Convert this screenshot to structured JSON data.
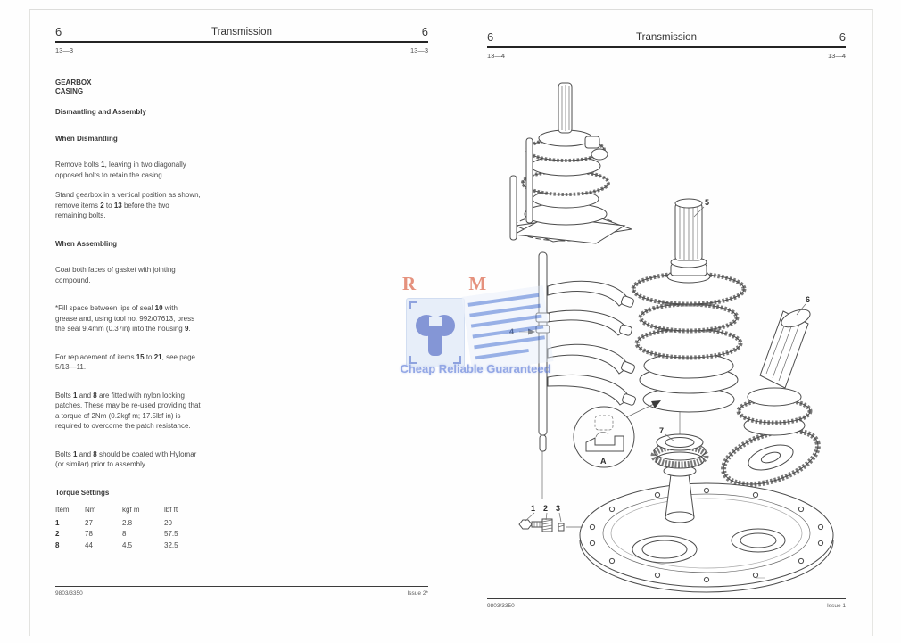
{
  "watermark": {
    "letters": "R M",
    "caption": "Cheap Reliable Guaranteed"
  },
  "left_page": {
    "header": {
      "num_left": "6",
      "title": "Transmission",
      "num_right": "6",
      "ref_left": "13—3",
      "ref_right": "13—3"
    },
    "title_line1": "GEARBOX",
    "title_line2": "CASING",
    "subhead1": "Dismantling and Assembly",
    "subhead2": "When Dismantling",
    "para1": [
      [
        "Remove bolts ",
        0
      ],
      [
        "1",
        1
      ],
      [
        ", leaving in two diagonally opposed bolts to retain the casing.",
        0
      ]
    ],
    "para2": [
      [
        "Stand gearbox in a vertical position as shown, remove items ",
        0
      ],
      [
        "2",
        1
      ],
      [
        " to ",
        0
      ],
      [
        "13",
        1
      ],
      [
        " before the two remaining bolts.",
        0
      ]
    ],
    "subhead3": "When Assembling",
    "para3": [
      [
        "Coat both faces of gasket with jointing compound.",
        0
      ]
    ],
    "para4": [
      [
        "*Fill space between lips of seal ",
        0
      ],
      [
        "10",
        1
      ],
      [
        " with grease and, using tool no. 992/07613, press the seal 9.4mm (0.37in) into the housing ",
        0
      ],
      [
        "9",
        1
      ],
      [
        ".",
        0
      ]
    ],
    "para5": [
      [
        "For replacement of items ",
        0
      ],
      [
        "15",
        1
      ],
      [
        " to ",
        0
      ],
      [
        "21",
        1
      ],
      [
        ", see page 5/13—11.",
        0
      ]
    ],
    "para6": [
      [
        "Bolts ",
        0
      ],
      [
        "1",
        1
      ],
      [
        " and ",
        0
      ],
      [
        "8",
        1
      ],
      [
        " are fitted with nylon locking patches. These may be re-used providing that a torque of 2Nm (0.2kgf m; 17.5lbf in) is required to overcome the patch resistance.",
        0
      ]
    ],
    "para7": [
      [
        "Bolts ",
        0
      ],
      [
        "1",
        1
      ],
      [
        " and ",
        0
      ],
      [
        "8",
        1
      ],
      [
        " should be coated with Hylomar (or similar) prior to assembly.",
        0
      ]
    ],
    "table_title": "Torque Settings",
    "table": {
      "headers": [
        "Item",
        "Nm",
        "kgf m",
        "lbf ft"
      ],
      "rows": [
        {
          "item": "1",
          "nm": "27",
          "kgf": "2.8",
          "lbf": "20"
        },
        {
          "item": "2",
          "nm": "78",
          "kgf": "8",
          "lbf": "57.5"
        },
        {
          "item": "8",
          "nm": "44",
          "kgf": "4.5",
          "lbf": "32.5"
        }
      ]
    },
    "footer": {
      "left": "9803/3350",
      "right": "Issue 2*"
    }
  },
  "right_page": {
    "header": {
      "num_left": "6",
      "title": "Transmission",
      "num_right": "6",
      "ref_left": "13—4",
      "ref_right": "13—4"
    },
    "callouts": {
      "n1": "1",
      "n2": "2",
      "n3": "3",
      "n4": "4",
      "n5": "5",
      "n6": "6",
      "n7": "7",
      "a": "A"
    },
    "footer": {
      "left": "9803/3350",
      "right": "Issue 1"
    }
  }
}
